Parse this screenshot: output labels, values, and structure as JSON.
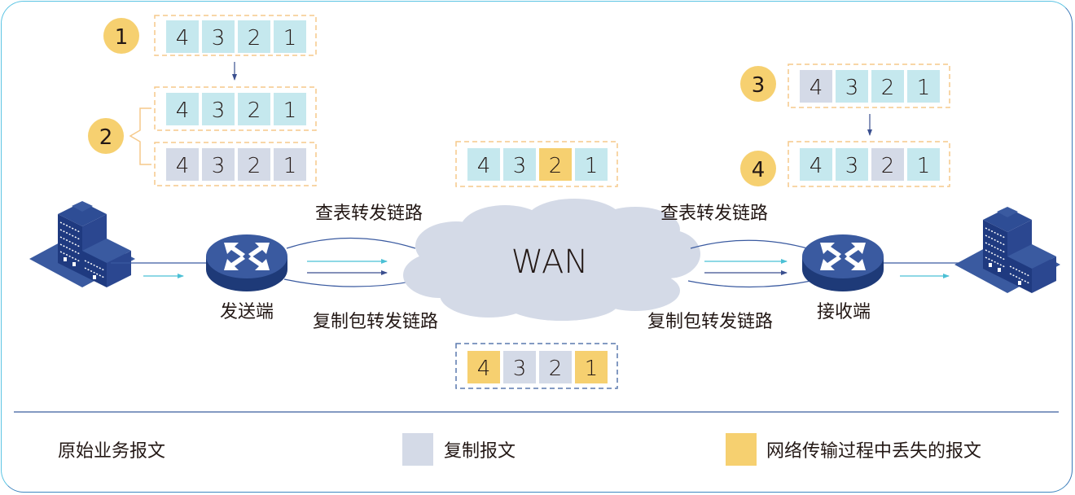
{
  "colors": {
    "original": "#c5e8ee",
    "duplicate": "#d4dae7",
    "lost": "#f6d070",
    "step_badge": "#f6d070",
    "device": "#3a5aa0",
    "device_dark": "#1e3a78",
    "cloud": "#d4dae7",
    "arrow_cyan": "#4bc0d5",
    "arrow_blue": "#3a4f8f",
    "box_orange": "#f6c98a",
    "box_blue": "#5a79ad"
  },
  "steps": [
    {
      "badge": "1",
      "rows": [
        {
          "packets": [
            {
              "n": "4",
              "kind": "original"
            },
            {
              "n": "3",
              "kind": "original"
            },
            {
              "n": "2",
              "kind": "original"
            },
            {
              "n": "1",
              "kind": "original"
            }
          ]
        }
      ]
    },
    {
      "badge": "2",
      "rows": [
        {
          "packets": [
            {
              "n": "4",
              "kind": "original"
            },
            {
              "n": "3",
              "kind": "original"
            },
            {
              "n": "2",
              "kind": "original"
            },
            {
              "n": "1",
              "kind": "original"
            }
          ]
        },
        {
          "packets": [
            {
              "n": "4",
              "kind": "duplicate"
            },
            {
              "n": "3",
              "kind": "duplicate"
            },
            {
              "n": "2",
              "kind": "duplicate"
            },
            {
              "n": "1",
              "kind": "duplicate"
            }
          ]
        }
      ]
    },
    {
      "badge": "3",
      "rows": [
        {
          "packets": [
            {
              "n": "4",
              "kind": "duplicate"
            },
            {
              "n": "3",
              "kind": "original"
            },
            {
              "n": "2",
              "kind": "original"
            },
            {
              "n": "1",
              "kind": "original"
            }
          ]
        }
      ]
    },
    {
      "badge": "4",
      "rows": [
        {
          "packets": [
            {
              "n": "4",
              "kind": "original"
            },
            {
              "n": "3",
              "kind": "original"
            },
            {
              "n": "2",
              "kind": "duplicate"
            },
            {
              "n": "1",
              "kind": "original"
            }
          ]
        }
      ]
    }
  ],
  "wan_top_packets": [
    {
      "n": "4",
      "kind": "original"
    },
    {
      "n": "3",
      "kind": "original"
    },
    {
      "n": "2",
      "kind": "lost"
    },
    {
      "n": "1",
      "kind": "original"
    }
  ],
  "wan_bottom_packets": [
    {
      "n": "4",
      "kind": "lost"
    },
    {
      "n": "3",
      "kind": "duplicate"
    },
    {
      "n": "2",
      "kind": "duplicate"
    },
    {
      "n": "1",
      "kind": "lost"
    }
  ],
  "labels": {
    "wan": "WAN",
    "sender": "发送端",
    "receiver": "接收端",
    "lookup_link_left": "查表转发链路",
    "dup_link_left": "复制包转发链路",
    "lookup_link_right": "查表转发链路",
    "dup_link_right": "复制包转发链路"
  },
  "legend": [
    {
      "label": "原始业务报文",
      "swatch": null
    },
    {
      "label": "复制报文",
      "swatch": "duplicate"
    },
    {
      "label": "网络传输过程中丢失的报文",
      "swatch": "lost"
    }
  ]
}
